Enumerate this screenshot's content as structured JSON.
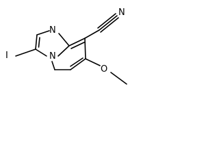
{
  "molecule": {
    "atoms": {
      "nitrile_n": "N",
      "ring_n_top": "N",
      "ring_n_bridge": "N",
      "iodine": "I",
      "oxygen": "O"
    }
  }
}
